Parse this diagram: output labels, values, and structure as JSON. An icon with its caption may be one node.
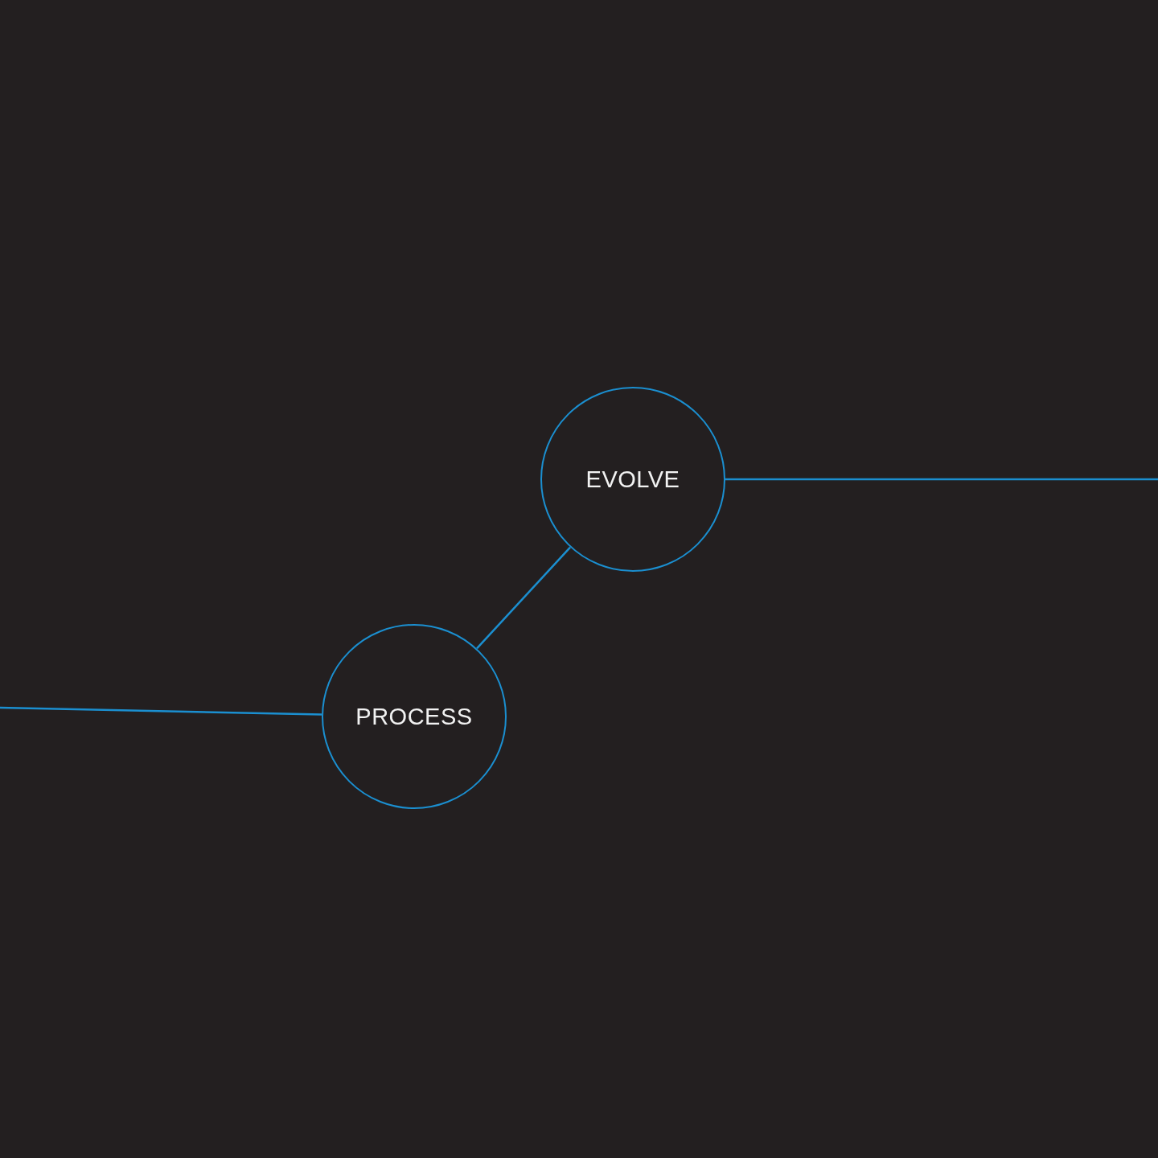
{
  "diagram": {
    "nodes": [
      {
        "text": [
          "PROCESS"
        ]
      },
      {
        "text": [
          "EVOLVE"
        ]
      }
    ],
    "edges": [
      {
        "from": null,
        "to": 0,
        "arrow": "none"
      },
      {
        "from": 0,
        "to": 1,
        "arrow": "none"
      },
      {
        "from": 1,
        "to": null,
        "arrow": "none"
      }
    ]
  }
}
